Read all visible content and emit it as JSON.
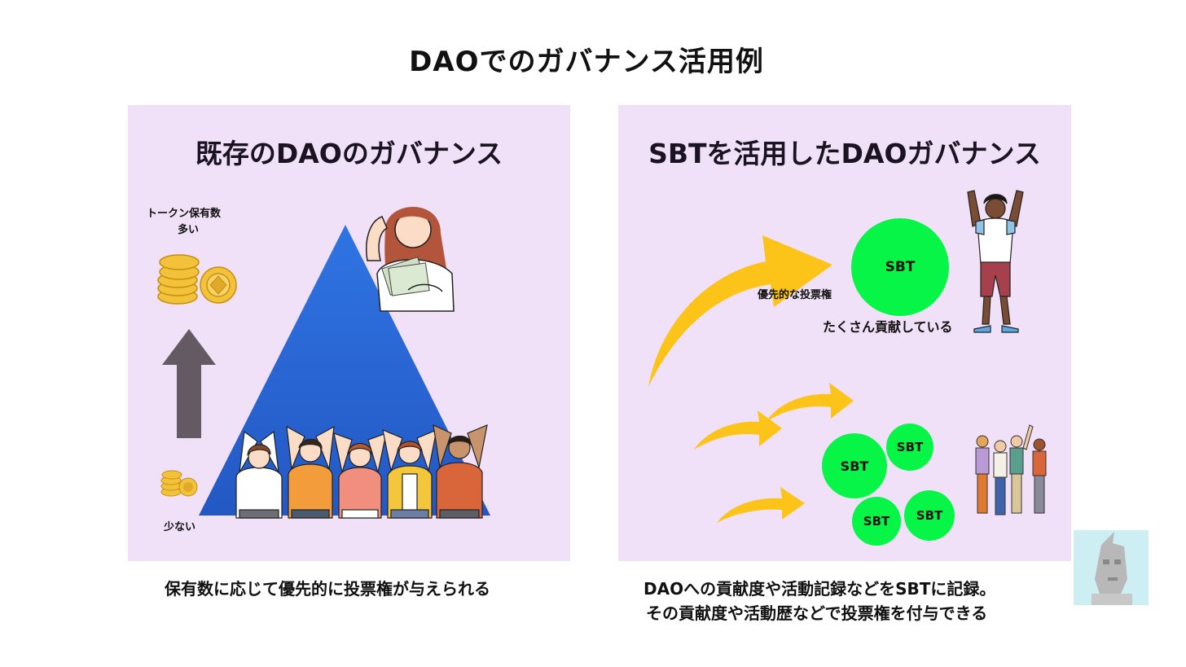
{
  "main_title": "DAOでのガバナンス活用例",
  "left": {
    "title": "既存のDAOのガバナンス",
    "top_label_1": "トークン保有数",
    "top_label_2": "多い",
    "bottom_label": "少ない",
    "caption": "保有数に応じて優先的に投票権が与えられる"
  },
  "right": {
    "title": "SBTを活用したDAOガバナンス",
    "sbt_main": "SBT",
    "priority_label": "優先的な投票権",
    "contributor_label": "たくさん貢献している",
    "sbt_small": [
      "SBT",
      "SBT",
      "SBT",
      "SBT"
    ],
    "caption_line_1": "DAOへの貢献度や活動記録などをSBTに記録。",
    "caption_line_2": "その貢献度や活動歴などで投票権を付与できる"
  },
  "colors": {
    "panel_bg": "#f1e1f8",
    "pyramid": "#2a63d6",
    "arrow_up": "#645a63",
    "coin": "#f2c23a",
    "yellow_arrow": "#fcc419",
    "sbt_green": "#06f547"
  },
  "icons": {
    "coin_stack_large": "coin-stack-icon",
    "coin_stack_small": "coin-stack-icon",
    "crowd": "people-group-illustration",
    "rich_person": "woman-with-money-illustration",
    "contributor": "cheering-man-illustration",
    "group": "friends-group-illustration",
    "corner_avatar": "pixel-avatar-icon"
  }
}
